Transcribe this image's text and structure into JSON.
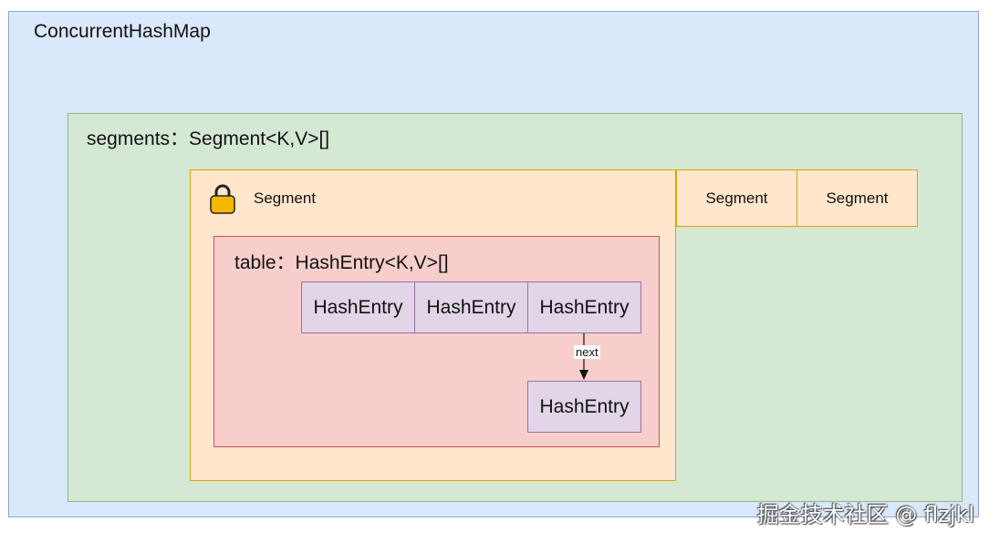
{
  "outer": {
    "title": "ConcurrentHashMap"
  },
  "segments": {
    "title": "segments：Segment<K,V>[]",
    "main_segment_label": "Segment",
    "other_segments": [
      "Segment",
      "Segment"
    ]
  },
  "table": {
    "title": "table：HashEntry<K,V>[]",
    "entries": [
      "HashEntry",
      "HashEntry",
      "HashEntry"
    ],
    "chained_entry": "HashEntry",
    "link_label": "next"
  },
  "icons": {
    "lock": "lock-icon"
  },
  "colors": {
    "outer_fill": "#dae8fc",
    "segments_fill": "#d5e8d4",
    "segment_fill": "#ffe6cc",
    "table_fill": "#f8cecc",
    "entry_fill": "#e1d5e7",
    "lock_fill": "#f5b800"
  },
  "watermark": "掘金技术社区 @ flzjkl"
}
